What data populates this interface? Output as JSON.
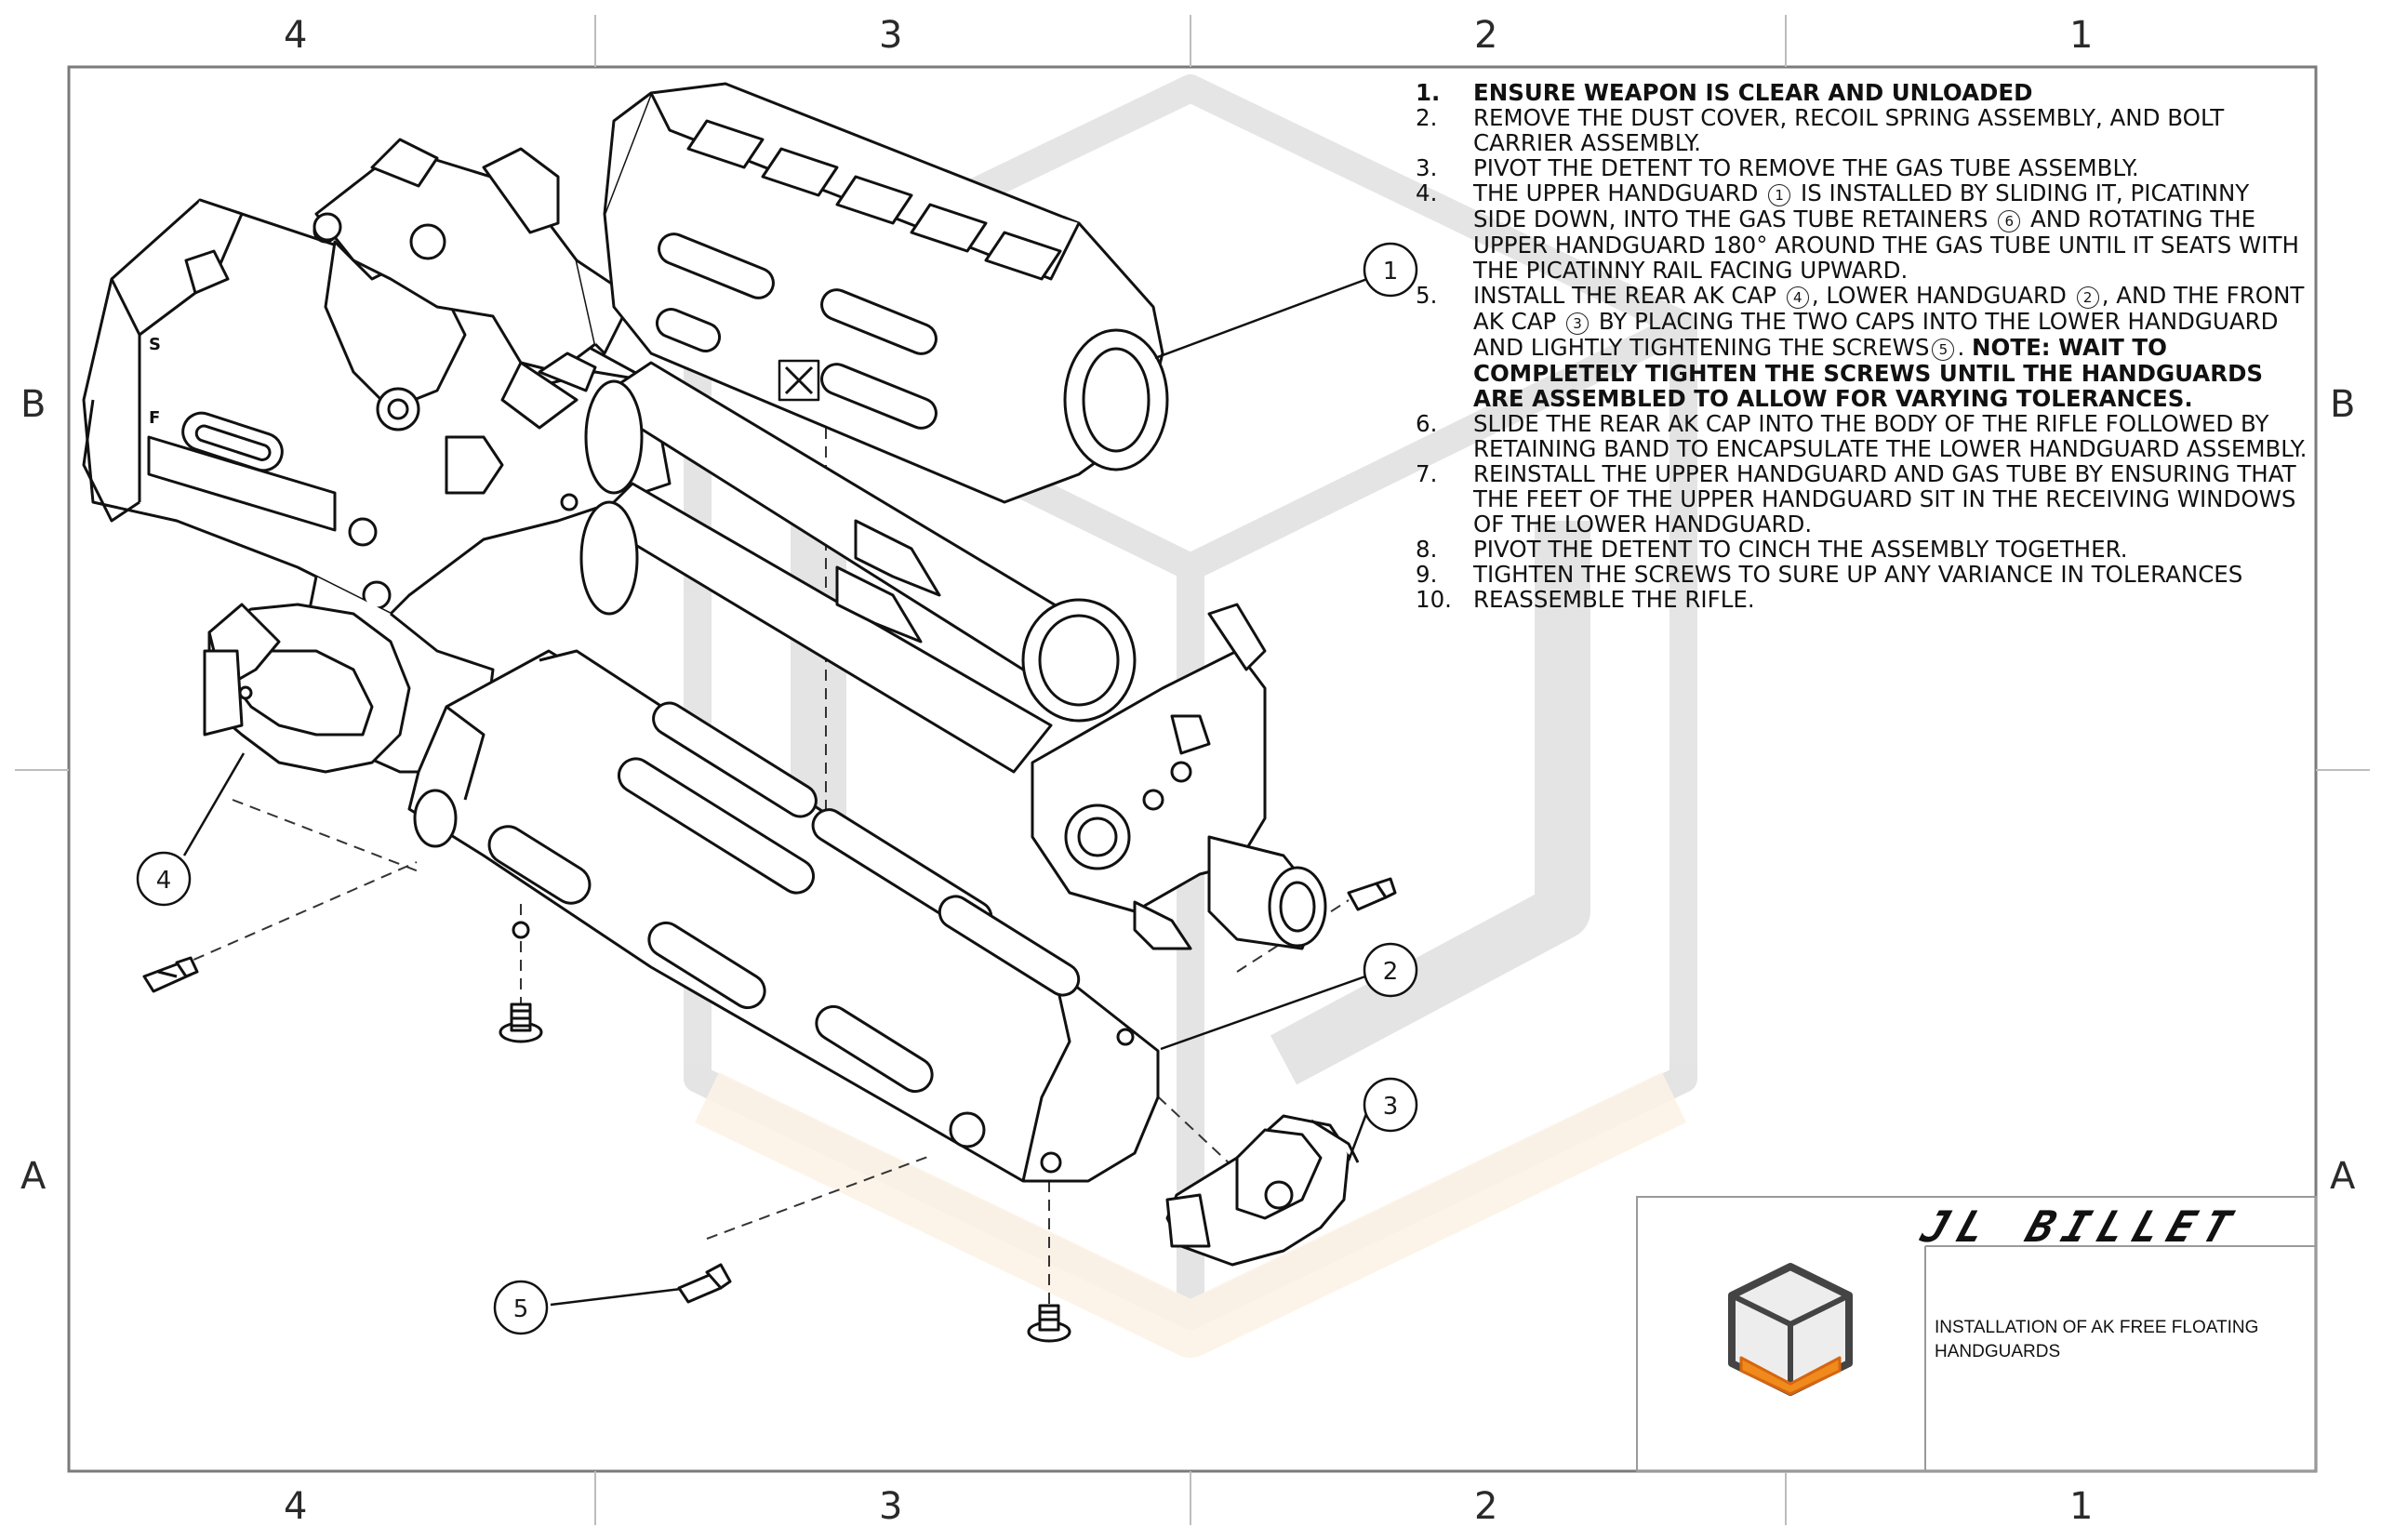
{
  "zones": {
    "columns": [
      "4",
      "3",
      "2",
      "1"
    ],
    "rows": [
      "B",
      "A"
    ]
  },
  "callouts": [
    "1",
    "2",
    "3",
    "4",
    "5"
  ],
  "notes": [
    {
      "num": "1.",
      "text": "ENSURE WEAPON IS CLEAR AND UNLOADED"
    },
    {
      "num": "2.",
      "text": "REMOVE THE DUST COVER, RECOIL SPRING ASSEMBLY, AND BOLT CARRIER ASSEMBLY."
    },
    {
      "num": "3.",
      "text": "PIVOT THE DETENT TO REMOVE THE GAS TUBE ASSEMBLY."
    },
    {
      "num": "4.",
      "a": "THE UPPER HANDGUARD",
      "ref1": "1",
      "b": "IS INSTALLED BY SLIDING IT, PICATINNY SIDE DOWN, INTO THE GAS TUBE RETAINERS",
      "ref2": "6",
      "c": "AND ROTATING THE UPPER HANDGUARD 180° AROUND THE GAS TUBE UNTIL IT SEATS WITH THE PICATINNY RAIL FACING UPWARD."
    },
    {
      "num": "5.",
      "a": "INSTALL THE REAR AK CAP",
      "ref1": "4",
      "b": ", LOWER HANDGUARD",
      "ref2": "2",
      "c": ", AND THE FRONT AK CAP",
      "ref3": "3",
      "d": "BY PLACING THE TWO CAPS INTO THE LOWER HANDGUARD AND LIGHTLY TIGHTENING THE SCREWS",
      "ref4": "5",
      "e": ".",
      "note": "NOTE: WAIT TO COMPLETELY TIGHTEN THE SCREWS UNTIL THE HANDGUARDS ARE ASSEMBLED TO ALLOW FOR VARYING TOLERANCES."
    },
    {
      "num": "6.",
      "text": "SLIDE THE REAR AK CAP INTO THE BODY OF THE RIFLE FOLLOWED BY RETAINING BAND TO ENCAPSULATE THE LOWER HANDGUARD ASSEMBLY."
    },
    {
      "num": "7.",
      "text": "REINSTALL THE UPPER HANDGUARD AND GAS TUBE BY ENSURING THAT THE FEET OF THE UPPER HANDGUARD SIT IN THE RECEIVING WINDOWS OF THE LOWER HANDGUARD."
    },
    {
      "num": "8.",
      "text": "PIVOT THE DETENT TO CINCH THE ASSEMBLY TOGETHER."
    },
    {
      "num": "9.",
      "text": "TIGHTEN THE SCREWS TO SURE UP ANY VARIANCE IN TOLERANCES"
    },
    {
      "num": "10.",
      "text": "REASSEMBLE THE RIFLE."
    }
  ],
  "title_block": {
    "brand": "JL BILLET",
    "drawing_title": "INSTALLATION OF AK FREE FLOATING HANDGUARDS"
  },
  "receiver_marks": [
    "S",
    "F"
  ]
}
